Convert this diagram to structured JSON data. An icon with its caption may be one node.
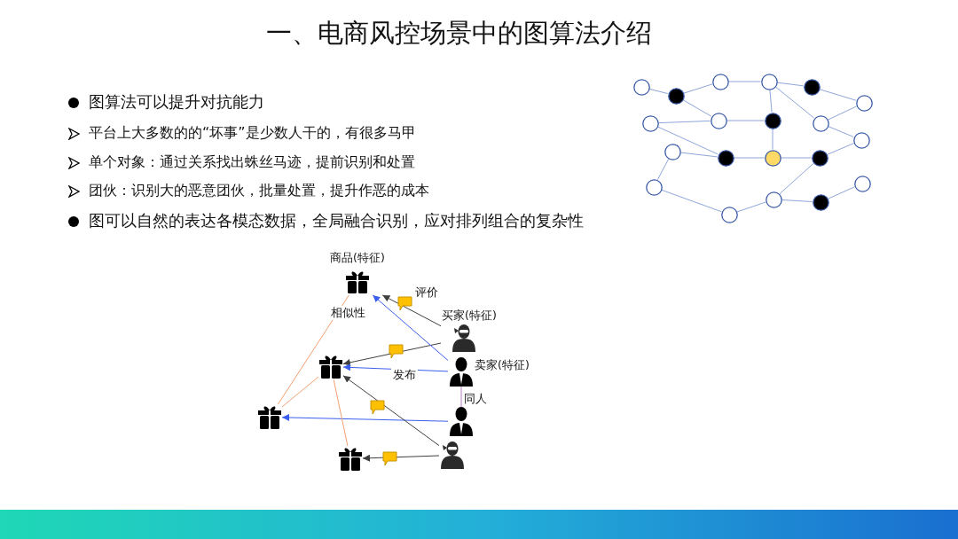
{
  "diagram": {
    "title": "一、电商风控场景中的图算法介绍",
    "nodes": [
      {
        "text": [],
        "shape": "circle"
      },
      {
        "text": [],
        "shape": "circle"
      },
      {
        "text": [],
        "shape": "circle"
      },
      {
        "text": [],
        "shape": "circle"
      },
      {
        "text": [],
        "shape": "circle"
      },
      {
        "text": [],
        "shape": "circle"
      },
      {
        "text": [],
        "shape": "circle"
      },
      {
        "text": [],
        "shape": "circle"
      },
      {
        "text": [],
        "shape": "circle"
      },
      {
        "text": [],
        "shape": "circle"
      },
      {
        "text": [],
        "shape": "circle"
      },
      {
        "text": [],
        "shape": "circle"
      },
      {
        "text": [],
        "shape": "circle"
      },
      {
        "text": [],
        "shape": "circle"
      },
      {
        "text": [],
        "shape": "circle"
      },
      {
        "text": [],
        "shape": "circle"
      },
      {
        "text": [],
        "shape": "circle"
      },
      {
        "text": [],
        "shape": "circle"
      },
      {
        "text": [],
        "shape": "circle"
      },
      {
        "text": [],
        "shape": "circle"
      },
      {
        "text": [
          "商品(特征)"
        ]
      },
      {
        "text": [
          "买家(特征)"
        ]
      },
      {
        "text": [],
        "shape": "picture"
      },
      {
        "text": [
          "卖家(特征)"
        ]
      },
      {
        "text": [],
        "shape": "picture"
      },
      {
        "text": [],
        "shape": "picture"
      },
      {
        "text": [],
        "shape": "picture"
      },
      {
        "text": [],
        "shape": "picture"
      }
    ],
    "edges": [
      {
        "from": 0,
        "to": 1,
        "arrow": "none"
      },
      {
        "from": 1,
        "to": 2,
        "arrow": "none"
      },
      {
        "from": 1,
        "to": 7,
        "arrow": "none"
      },
      {
        "from": 2,
        "to": 3,
        "arrow": "none"
      },
      {
        "from": 3,
        "to": 4,
        "arrow": "none"
      },
      {
        "from": 3,
        "to": 8,
        "arrow": "none"
      },
      {
        "from": 3,
        "to": 9,
        "arrow": "none"
      },
      {
        "from": 4,
        "to": 5,
        "arrow": "none"
      },
      {
        "from": 5,
        "to": 9,
        "arrow": "none"
      },
      {
        "from": 6,
        "to": 7,
        "arrow": "none"
      },
      {
        "from": 7,
        "to": 8,
        "arrow": "none"
      },
      {
        "from": 6,
        "to": 12,
        "arrow": "none"
      },
      {
        "from": 11,
        "to": 12,
        "arrow": "none"
      },
      {
        "from": 12,
        "to": 13,
        "arrow": "none"
      },
      {
        "from": 8,
        "to": 13,
        "arrow": "none"
      },
      {
        "from": 13,
        "to": 14,
        "arrow": "none"
      },
      {
        "from": 9,
        "to": 10,
        "arrow": "none"
      },
      {
        "from": 10,
        "to": 14,
        "arrow": "none"
      },
      {
        "from": 11,
        "to": 15,
        "arrow": "none"
      },
      {
        "from": 15,
        "to": 19,
        "arrow": "none"
      },
      {
        "from": 19,
        "to": 17,
        "arrow": "none"
      },
      {
        "from": 17,
        "to": 14,
        "arrow": "none"
      },
      {
        "from": 17,
        "to": 18,
        "arrow": "none"
      },
      {
        "from": 18,
        "to": 16,
        "arrow": "none"
      },
      {
        "from": 21,
        "to": 20,
        "arrow": "to",
        "label": "评价",
        "color": "#404040"
      },
      {
        "from": 21,
        "to": 22,
        "arrow": "to",
        "color": "#404040"
      },
      {
        "from": 23,
        "to": 20,
        "arrow": "to",
        "color": "#3a5ef0"
      },
      {
        "from": 23,
        "to": 22,
        "arrow": "to",
        "label": "发布",
        "color": "#3a5ef0"
      },
      {
        "from": 23,
        "to": 25,
        "arrow": "none",
        "label": "同人",
        "color": "#b07cc6"
      },
      {
        "from": 25,
        "to": 24,
        "arrow": "to",
        "color": "#3a5ef0"
      },
      {
        "from": 27,
        "to": 22,
        "arrow": "to",
        "color": "#404040"
      },
      {
        "from": 27,
        "to": 26,
        "arrow": "to",
        "color": "#404040"
      },
      {
        "from": 20,
        "to": 24,
        "arrow": "none",
        "label": "相似性",
        "color": "#f4a070"
      },
      {
        "from": 22,
        "to": 24,
        "arrow": "none",
        "color": "#f4a070"
      },
      {
        "from": 22,
        "to": 26,
        "arrow": "none",
        "color": "#f4a070"
      }
    ],
    "labels": [
      "图算法可以提升对抗能力",
      "平台上大多数的的“坏事”是少数人干的，有很多马甲",
      "单个对象：通过关系找出蛛丝马迹，提前识别和处置",
      "团伙：识别大的恶意团伙，批量处置，提升作恶的成本",
      "图可以自然的表达各模态数据，全局融合识别，应对排列组合的复杂性"
    ]
  }
}
